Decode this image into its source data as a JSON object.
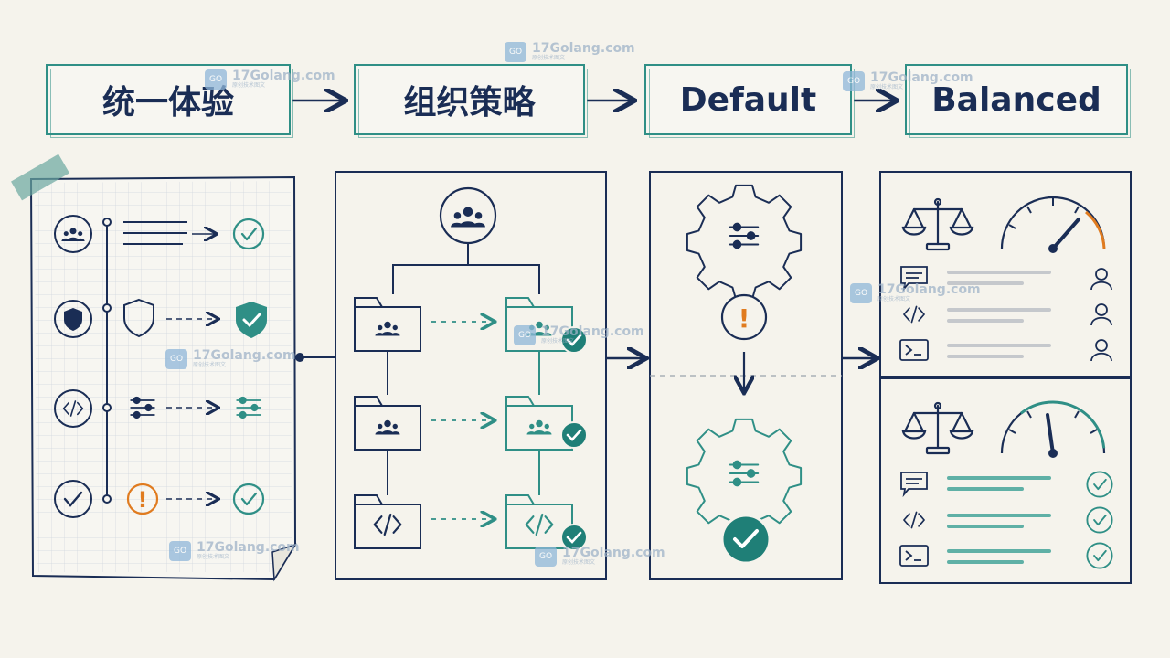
{
  "steps": [
    {
      "label": "统一体验"
    },
    {
      "label": "组织策略"
    },
    {
      "label": "Default"
    },
    {
      "label": "Balanced"
    }
  ],
  "watermark": {
    "text": "17Golang.com",
    "sub": "原创技术图文",
    "logo": "GO"
  },
  "colors": {
    "navy": "#1a2d55",
    "teal": "#2f8f86",
    "orange": "#e07b1f",
    "paper": "#f5f3ec"
  },
  "icons": [
    "team-icon",
    "shield-icon",
    "code-icon",
    "check-icon",
    "alert-icon",
    "sliders-icon",
    "folder-icon",
    "gear-icon",
    "scale-icon",
    "gauge-icon",
    "chat-icon",
    "terminal-icon",
    "user-icon"
  ]
}
